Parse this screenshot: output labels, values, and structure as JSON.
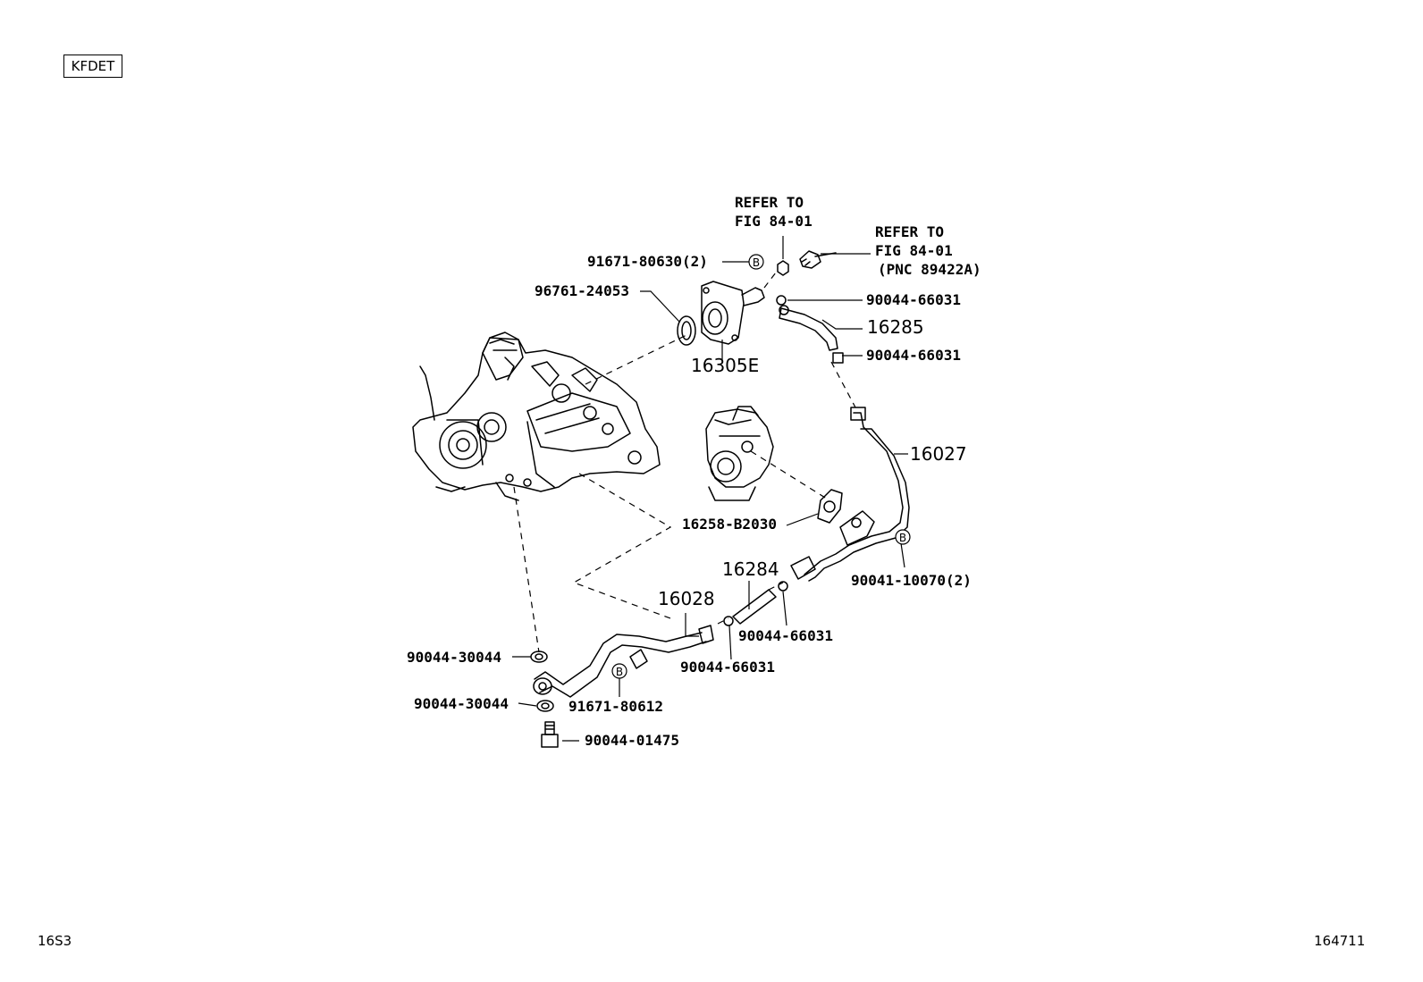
{
  "header": {
    "engine_code": "KFDET"
  },
  "footer": {
    "left_code": "16S3",
    "right_code": "164711"
  },
  "notes": {
    "refer_a": [
      "REFER TO",
      "FIG 84-01"
    ],
    "refer_b": [
      "REFER TO",
      "FIG 84-01",
      "(PNC 89422A)"
    ]
  },
  "labels": {
    "p91671_80630": "91671-80630(2)",
    "p96761_24053": "96761-24053",
    "p90044_66031_a": "90044-66031",
    "p16285": "16285",
    "p90044_66031_b": "90044-66031",
    "p16305E": "16305E",
    "p16027": "16027",
    "p16258_B2030": "16258-B2030",
    "p90041_10070": "90041-10070(2)",
    "p16284": "16284",
    "p16028": "16028",
    "p90044_66031_c": "90044-66031",
    "p90044_66031_d": "90044-66031",
    "p90044_30044_a": "90044-30044",
    "p90044_30044_b": "90044-30044",
    "p91671_80612": "91671-80612",
    "p90044_01475": "90044-01475"
  },
  "markers": {
    "bolt_ref": "B"
  }
}
